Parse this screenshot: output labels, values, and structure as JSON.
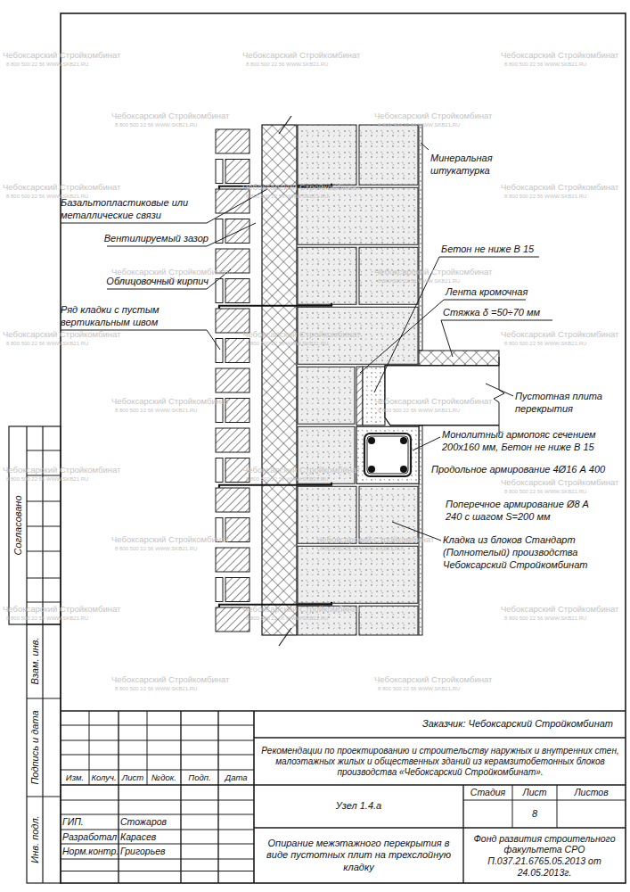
{
  "diagram": {
    "labels": [
      "Чебоксарский Стройкомбинат",
      "8 800 500 22 56 WWW.SKB21.RU",
      "Чебоксарский Стройкомбинат",
      "8 800 500 22 56 WWW.SKB21.RU",
      "Чебоксарский Стройкомбинат",
      "8 800 500 22 56 WWW.SKB21.RU",
      "Чебоксарский Стройкомбинат",
      "8 800 500 22 56 WWW.SKB21.RU",
      "Чебоксарский Стройкомбинат",
      "8 800 500 22 56 WWW.SKB21.RU",
      "Чебоксарский Стройкомбинат",
      "8 800 500 22 56 WWW.SKB21.RU",
      "Чебоксарский Стройкомбинат",
      "8 800 500 22 56 WWW.SKB21.RU",
      "Чебоксарский Стройкомбинат",
      "8 800 500 22 56 WWW.SKB21.RU",
      "Чебоксарский Стройкомбинат",
      "8 800 500 22 56 WWW.SKB21.RU",
      "Чебоксарский Стройкомбинат",
      "8 800 500 22 56 WWW.SKB21.RU",
      "Чебоксарский Стройкомбинат",
      "8 800 500 22 56 WWW.SKB21.RU",
      "Чебоксарский Стройкомбинат",
      "8 800 500 22 56 WWW.SKB21.RU",
      "Чебоксарский Стройкомбинат",
      "8 800 500 22 56 WWW.SKB21.RU",
      "Чебоксарский Стройкомбинат",
      "8 800 500 22 56 WWW.SKB21.RU",
      "Чебоксарский Стройкомбинат",
      "8 800 500 22 56 WWW.SKB21.RU",
      "Чебоксарский Стройкомбинат",
      "8 800 500 22 56 WWW.SKB21.RU",
      "Чебоксарский Стройкомбинат",
      "8 800 500 22 56 WWW.SKB21.RU",
      "Чебоксарский Стройкомбинат",
      "8 800 500 22 56 WWW.SKB21.RU",
      "Чебоксарский Стройкомбинат",
      "8 800 500 22 56 WWW.SKB21.RU",
      "Чебоксарский Стройкомбинат",
      "8 800 500 22 56 WWW.SKB21.RU",
      "Чебоксарский Стройкомбинат",
      "8 800 500 22 56 WWW.SKB21.RU",
      "Чебоксарский Стройкомбинат",
      "8 800 500 22 56 WWW.SKB21.RU",
      "Чебоксарский Стройкомбинат",
      "8 800 500 22 56 WWW.SKB21.RU",
      "Чебоксарский Стройкомбинат",
      "8 800 500 22 56 WWW.SKB21.RU",
      "Чебоксарский Стройкомбинат",
      "8 800 500 22 56 WWW.SKB21.RU",
      "Минеральная штукатурка",
      "Базальтопластиковые или металлические связи",
      "Вентилируемый зазор",
      "Бетон не ниже В 15",
      "Облицовочный кирпич",
      "Лента кромочная",
      "Ряд кладки с пустым вертикальным швом",
      "Стяжка δ =50÷70 мм",
      "Пустотная плита перекрытия",
      "Монолитный армопояс сечением 200х160 мм, Бетон не ниже В 15",
      "Продольное армирование 4Ø16 А 400",
      "Поперечное армирование Ø8 А 240 с шагом S=200 мм",
      "Кладка из блоков Стандарт (Полнотелый) производства Чебоксарский Стройкомбинат",
      "Согласовано",
      "Взам. инв.",
      "Подпись и дата",
      "Инв. подл.",
      "Заказчик: Чебоксарский Стройкомбинат",
      "Рекомендации по проектированию и строительству наружных и внутренних стен, малоэтажных жилых и общественных зданий из керамзитобетонных блоков производства «Чебоксарский Стройкомбинат».",
      "Изм.",
      "Колуч.",
      "Лист",
      "№док.",
      "Подп.",
      "Дата",
      "Узел 1.4.а",
      "Стадия",
      "Лист",
      "Листов",
      "8",
      "ГИП.",
      "Стожаров",
      "Разработал",
      "Карасев",
      "Норм.контр.",
      "Григорьев",
      "Опирание межэтажного перекрытия в виде пустотных плит на трехслойную кладку",
      "Фонд развития строительного факультета СРО П.037.21.6765.05.2013 от 24.05.2013г."
    ]
  }
}
